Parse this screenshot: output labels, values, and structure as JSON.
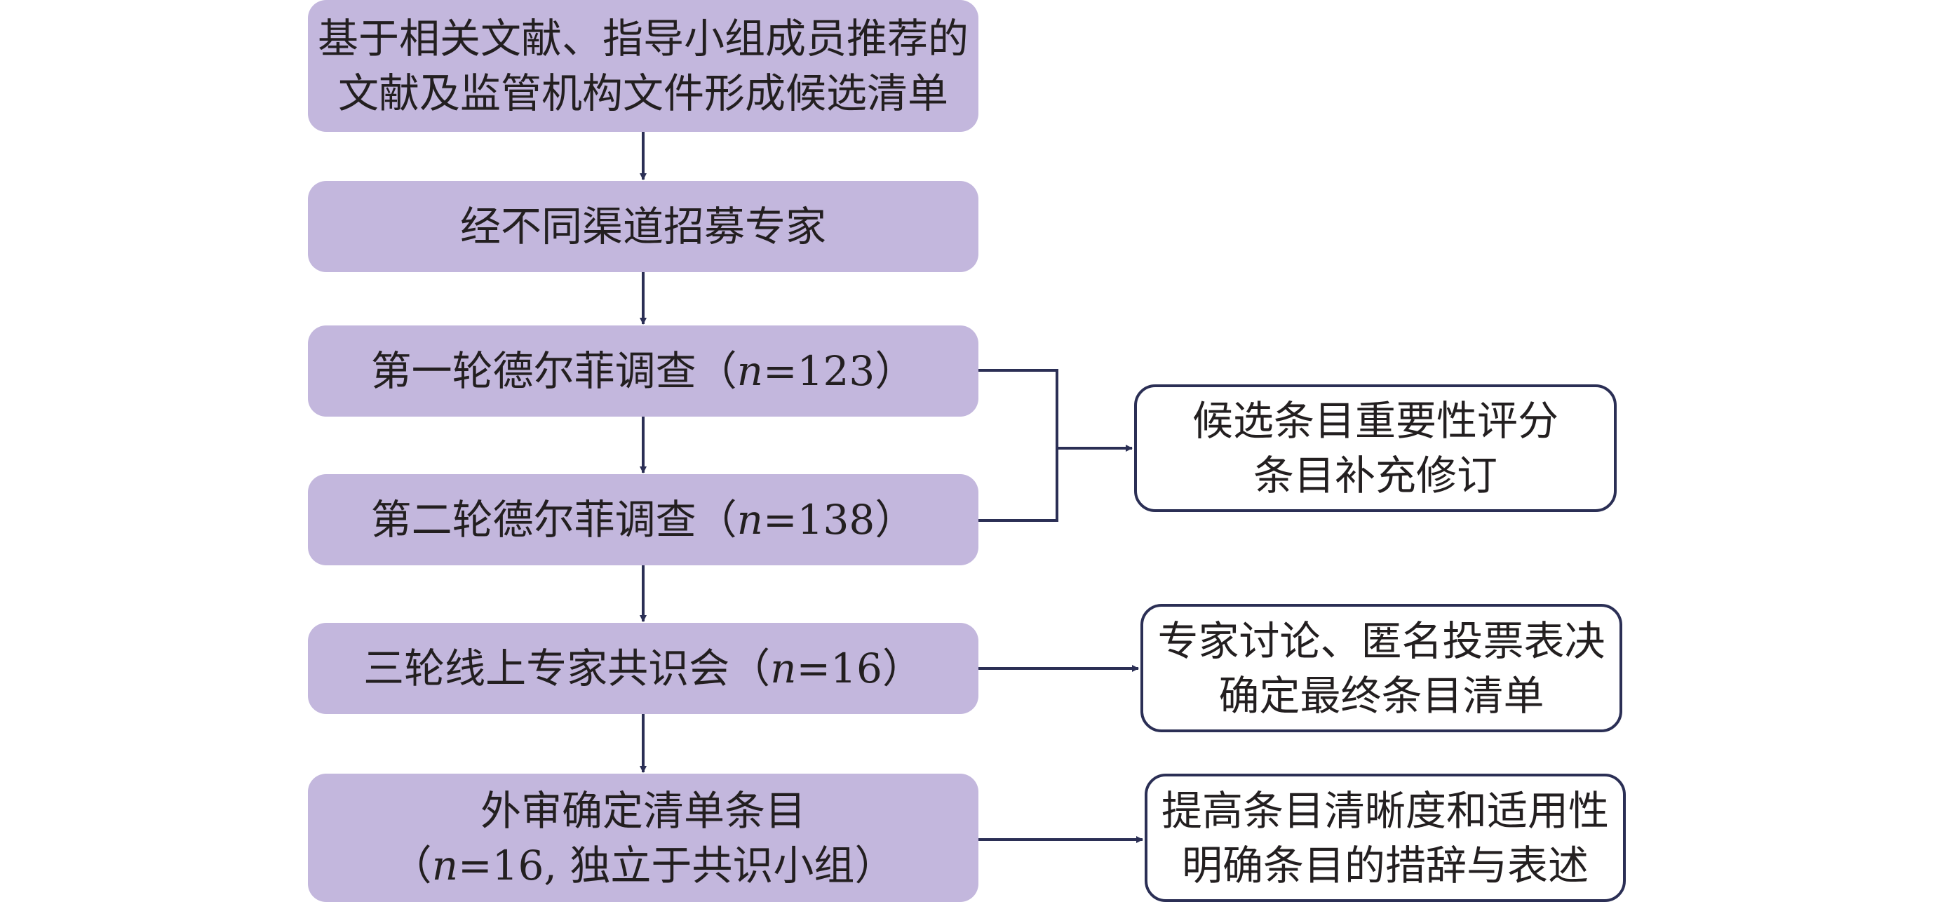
{
  "steps": [
    {
      "lines": [
        "基于相关文献、指导小组成员推荐的",
        "文献及监管机构文件形成候选清单"
      ]
    },
    {
      "lines": [
        "经不同渠道招募专家"
      ]
    },
    {
      "prefix": "第一轮德尔菲调查（",
      "n_label": "n",
      "suffix": "=123）"
    },
    {
      "prefix": "第二轮德尔菲调查（",
      "n_label": "n",
      "suffix": "=138）"
    },
    {
      "prefix": "三轮线上专家共识会（",
      "n_label": "n",
      "suffix": "=16）"
    },
    {
      "line1": "外审确定清单条目",
      "prefix": "（",
      "n_label": "n",
      "suffix": "=16, 独立于共识小组）"
    }
  ],
  "notes": [
    {
      "lines": [
        "候选条目重要性评分",
        "条目补充修订"
      ]
    },
    {
      "lines": [
        "专家讨论、匿名投票表决",
        "确定最终条目清单"
      ]
    },
    {
      "lines": [
        "提高条目清晰度和适用性",
        "明确条目的措辞与表述"
      ]
    }
  ],
  "colors": {
    "step_fill": "#c3b7dd",
    "note_border": "#2b2f55",
    "arrow": "#2b2f55"
  }
}
